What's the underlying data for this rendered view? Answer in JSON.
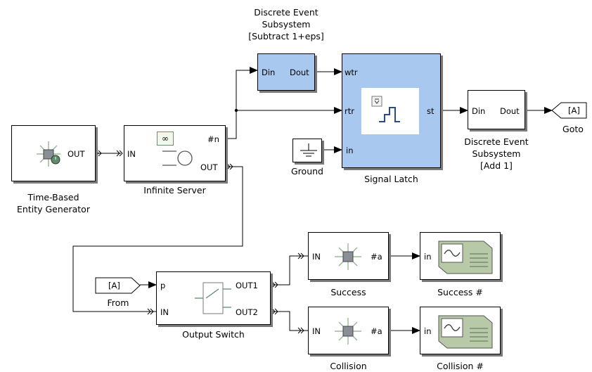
{
  "blocks": {
    "generator": {
      "label_lines": [
        "Time-Based",
        "Entity Generator"
      ],
      "out": "OUT"
    },
    "server": {
      "label": "Infinite Server",
      "in": "IN",
      "n": "#n",
      "out": "OUT",
      "icon_text": "∞"
    },
    "des_sub": {
      "title_lines": [
        "Discrete Event",
        "Subsystem",
        "[Subtract 1+eps]"
      ],
      "din": "Din",
      "dout": "Dout"
    },
    "latch": {
      "label": "Signal Latch",
      "wtr": "wtr",
      "rtr": "rtr",
      "in": "in",
      "st": "st"
    },
    "ground": {
      "label": "Ground"
    },
    "des_add": {
      "label_lines": [
        "Discrete Event",
        "Subsystem",
        "[Add 1]"
      ],
      "din": "Din",
      "dout": "Dout"
    },
    "goto": {
      "tag": "[A]",
      "label": "Goto"
    },
    "from": {
      "tag": "[A]",
      "label": "From"
    },
    "switch": {
      "label": "Output Switch",
      "p": "p",
      "in": "IN",
      "out1": "OUT1",
      "out2": "OUT2"
    },
    "success": {
      "label": "Success",
      "in": "IN",
      "a": "#a"
    },
    "collision": {
      "label": "Collision",
      "in": "IN",
      "a": "#a"
    },
    "success_num": {
      "label": "Success #",
      "in": "in"
    },
    "collision_num": {
      "label": "Collision #",
      "in": "in"
    }
  },
  "colors": {
    "subsystem_fill": "#a8c8f0",
    "shadow": "#7a7a7a",
    "wire": "#000000"
  }
}
